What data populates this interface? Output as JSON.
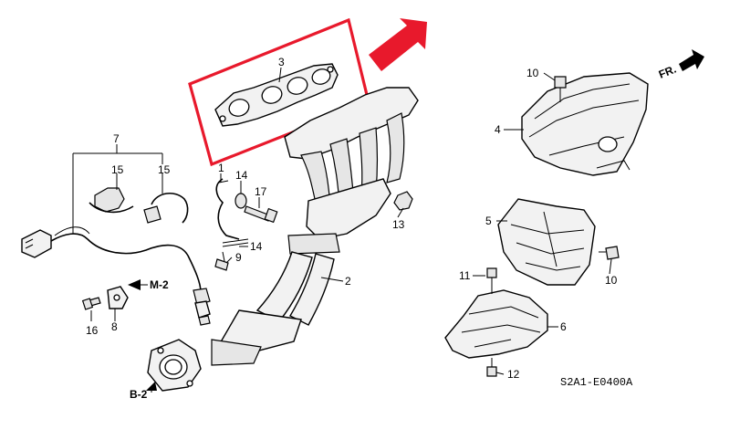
{
  "diagram": {
    "code": "S2A1-E0400A",
    "direction_label": "FR.",
    "ref_labels": {
      "m2": "M-2",
      "b2": "B-2"
    },
    "callouts": {
      "c1": "1",
      "c2": "2",
      "c3": "3",
      "c4": "4",
      "c5": "5",
      "c6": "6",
      "c7": "7",
      "c8": "8",
      "c9": "9",
      "c10a": "10",
      "c10b": "10",
      "c11": "11",
      "c12": "12",
      "c13": "13",
      "c14a": "14",
      "c14b": "14",
      "c15a": "15",
      "c15b": "15",
      "c16": "16",
      "c17": "17"
    },
    "colors": {
      "highlight": "#e8192c",
      "ink": "#000000"
    },
    "icons": [
      "pointer-arrow-icon",
      "forward-direction-arrow-icon"
    ]
  }
}
